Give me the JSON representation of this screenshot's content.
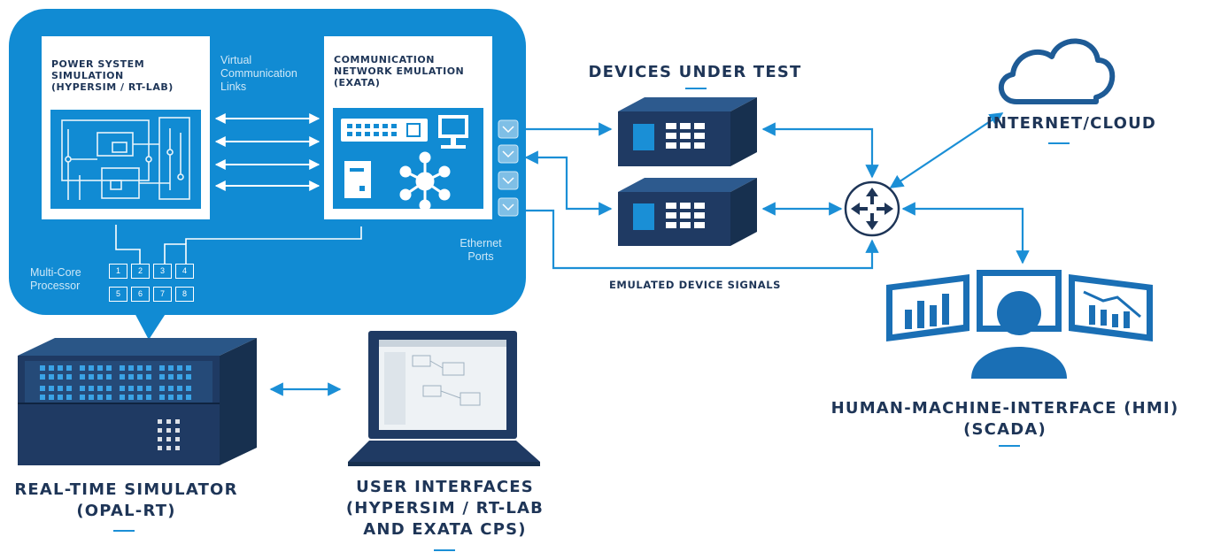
{
  "colors": {
    "accent": "#118bd3",
    "navy": "#1e3557",
    "line": "#1b8fd6",
    "device_body": "#1f3a63"
  },
  "simulation_panel": {
    "power_system": [
      "POWER SYSTEM",
      "SIMULATION",
      "(HYPERSIM / RT-LAB)"
    ],
    "virtual_links": [
      "Virtual",
      "Communication",
      "Links"
    ],
    "network_emulation": [
      "COMMUNICATION",
      "NETWORK EMULATION",
      "(EXATA)"
    ],
    "ethernet_ports": [
      "Ethernet",
      "Ports"
    ],
    "multicore": [
      "Multi-Core",
      "Processor"
    ],
    "core_numbers": [
      "1",
      "2",
      "3",
      "4",
      "5",
      "6",
      "7",
      "8"
    ]
  },
  "labels": {
    "devices_under_test": "DEVICES UNDER TEST",
    "internet_cloud": "INTERNET/CLOUD",
    "emulated_signals": "EMULATED DEVICE SIGNALS",
    "hmi": [
      "HUMAN-MACHINE-INTERFACE (HMI)",
      "(SCADA)"
    ],
    "simulator": [
      "REAL-TIME SIMULATOR",
      "(OPAL-RT)"
    ],
    "user_interfaces": [
      "USER INTERFACES",
      "(HYPERSIM / RT-LAB",
      "AND EXATA CPS)"
    ]
  },
  "icons": [
    "cloud-icon",
    "router-icon",
    "person-icon",
    "bar-chart-icon",
    "line-chart-icon",
    "laptop-icon",
    "server-rack-icon",
    "network-switch-icon",
    "monitor-icon",
    "hub-icon"
  ]
}
